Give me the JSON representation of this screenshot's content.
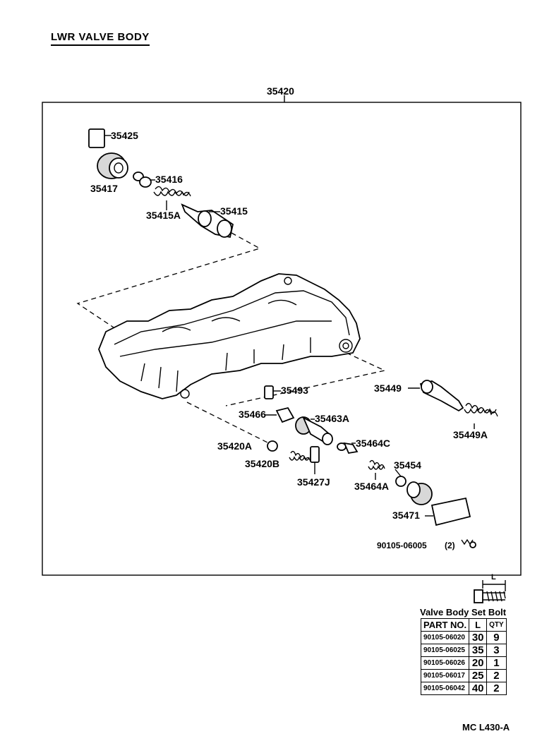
{
  "title": "LWR  VALVE  BODY",
  "assembly_number": "35420",
  "callouts": {
    "p35425": "35425",
    "p35417": "35417",
    "p35416": "35416",
    "p35415A": "35415A",
    "p35415": "35415",
    "p35493": "35493",
    "p35449": "35449",
    "p35449A": "35449A",
    "p35466": "35466",
    "p35463A": "35463A",
    "p35420A": "35420A",
    "p35464C": "35464C",
    "p35420B": "35420B",
    "p35454": "35454",
    "p35427J": "35427J",
    "p35464A": "35464A",
    "p35471": "35471",
    "bolt_callout": "90105-06005",
    "bolt_qty": "(2)"
  },
  "bolt_length_label": "L",
  "bolt_table": {
    "caption": "Valve Body Set Bolt",
    "headers": [
      "PART NO.",
      "L",
      "QTY"
    ],
    "rows": [
      [
        "90105-06020",
        "30",
        "9"
      ],
      [
        "90105-06025",
        "35",
        "3"
      ],
      [
        "90105-06026",
        "20",
        "1"
      ],
      [
        "90105-06017",
        "25",
        "2"
      ],
      [
        "90105-06042",
        "40",
        "2"
      ]
    ]
  },
  "reference_code": "MC  L430-A"
}
